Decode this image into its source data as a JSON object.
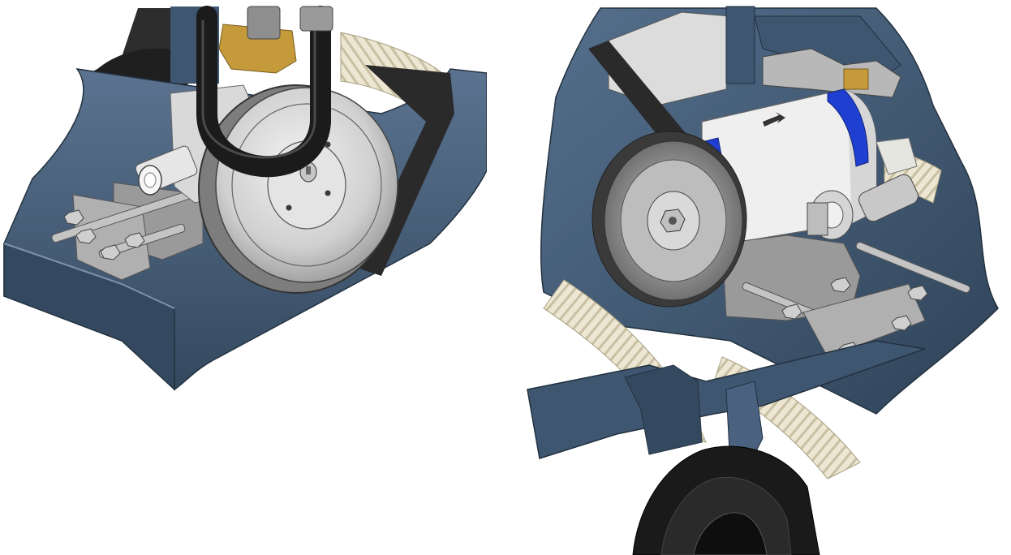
{
  "figure": {
    "panels": [
      {
        "id": "left",
        "view": "pump-pulley-mount-front"
      },
      {
        "id": "right",
        "view": "pump-pulley-mount-rear"
      }
    ],
    "colors": {
      "frame_blue": "#3f5670",
      "frame_blue_dark": "#2b3d52",
      "frame_blue_light": "#5b7390",
      "pulley_light": "#d8d8d8",
      "pulley_mid": "#a8a8a8",
      "pulley_dark": "#5a5a5a",
      "belt": "#2a2a2a",
      "hose_cream": "#e9e3cf",
      "hose_rib": "#c8bfa4",
      "brass": "#c49a3a",
      "pump_white": "#efefef",
      "clamp_blue": "#1f3fd1",
      "bracket_gray": "#9a9a9a",
      "wheel_black": "#1a1a1a"
    }
  }
}
